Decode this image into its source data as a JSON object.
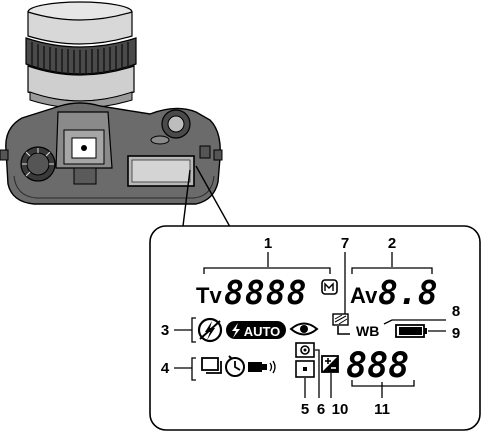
{
  "lcd": {
    "shutter_mode": "Tv",
    "shutter_digits": "8888",
    "aperture_mode": "Av",
    "aperture_digits": "8.8",
    "flash_auto": "AUTO",
    "white_balance": "WB",
    "counter_digits": "888",
    "exposure_comp_glyph": "+/-"
  },
  "callouts": [
    {
      "id": "1",
      "label": "1"
    },
    {
      "id": "2",
      "label": "2"
    },
    {
      "id": "3",
      "label": "3"
    },
    {
      "id": "4",
      "label": "4"
    },
    {
      "id": "5",
      "label": "5"
    },
    {
      "id": "6",
      "label": "6"
    },
    {
      "id": "7",
      "label": "7"
    },
    {
      "id": "8",
      "label": "8"
    },
    {
      "id": "9",
      "label": "9"
    },
    {
      "id": "10",
      "label": "10"
    },
    {
      "id": "11",
      "label": "11"
    }
  ],
  "icons": [
    "camera-illustration-icon",
    "flash-off-icon",
    "flash-auto-icon",
    "red-eye-icon",
    "drive-mode-icon",
    "self-timer-icon",
    "remote-icon",
    "metering-icon",
    "spot-metering-icon",
    "bracketing-icon",
    "battery-icon",
    "exposure-compensation-icon",
    "mf-icon"
  ]
}
